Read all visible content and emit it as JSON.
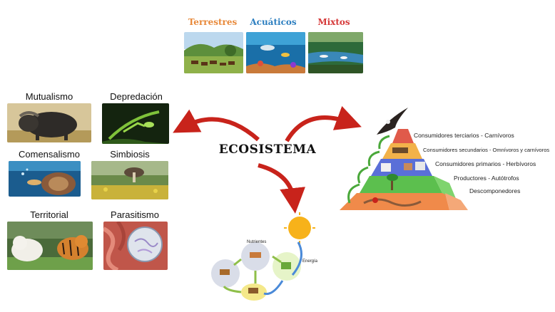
{
  "ecosystem_types": [
    {
      "label": "Terrestres",
      "color": "#e8893a"
    },
    {
      "label": "Acuáticos",
      "color": "#2d7fc0"
    },
    {
      "label": "Mixtos",
      "color": "#d63a3a"
    }
  ],
  "center": {
    "title": "ECOSISTEMA"
  },
  "relations": [
    {
      "label": "Mutualismo"
    },
    {
      "label": "Depredación"
    },
    {
      "label": "Comensalismo"
    },
    {
      "label": "Simbiosis"
    },
    {
      "label": "Territorial"
    },
    {
      "label": "Parasitismo"
    }
  ],
  "pyramid": {
    "levels": [
      {
        "label": "Consumidores terciarios - Carnívoros",
        "color": "#e05a4a"
      },
      {
        "label": "Consumidores secundarios - Omnívoros y carnívoros",
        "color": "#f2b24a"
      },
      {
        "label": "Consumidores primarios - Herbívoros",
        "color": "#5a6fd8"
      },
      {
        "label": "Productores - Autótrofos",
        "color": "#5cbf4e"
      },
      {
        "label": "Descomponedores",
        "color": "#f08a4a"
      }
    ]
  },
  "cycle": {
    "nutrients_label": "Nutrientes",
    "energy_label": "Energía"
  },
  "colors": {
    "arrow": "#c8231b"
  }
}
